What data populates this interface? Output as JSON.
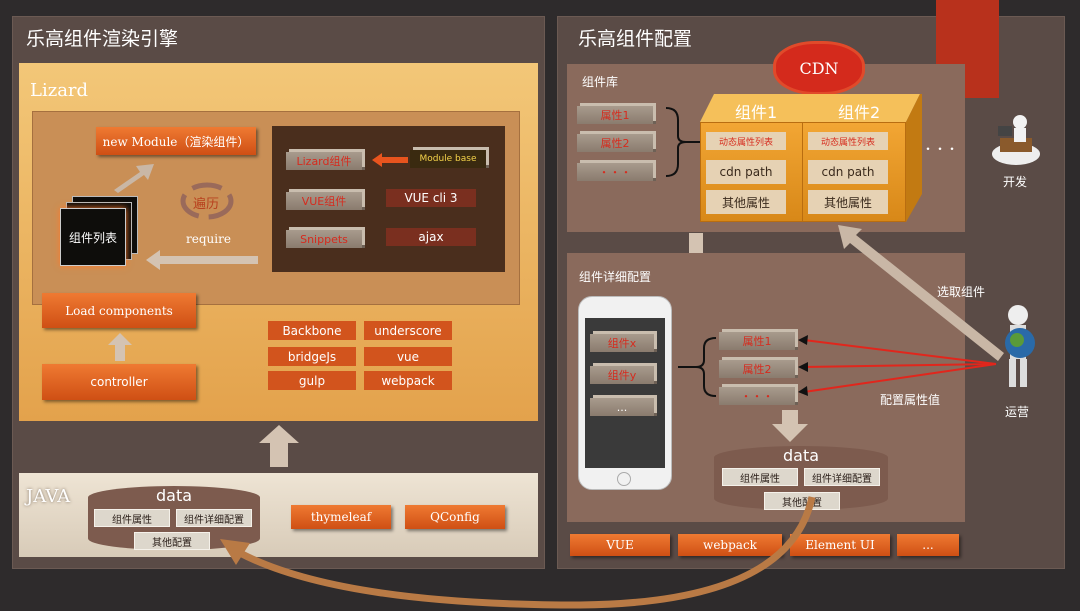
{
  "left": {
    "title": "乐高组件渲染引擎",
    "lizard": {
      "title": "Lizard",
      "new_module": "new Module（渲染组件）",
      "traverse": "遍历",
      "require": "require",
      "component_list": "组件列表",
      "lizard_component": "Lizard组件",
      "module_base": "Module base",
      "vue_component": "VUE组件",
      "vue_cli": "VUE cli 3",
      "snippets": "Snippets",
      "ajax": "ajax",
      "load_components": "Load components",
      "controller": "controller"
    },
    "libs": [
      "Backbone",
      "underscore",
      "bridgeJs",
      "vue",
      "gulp",
      "webpack"
    ],
    "java": {
      "title": "JAVA",
      "data": "data",
      "items": [
        "组件属性",
        "组件详细配置",
        "其他配置"
      ],
      "thymeleaf": "thymeleaf",
      "qconfig": "QConfig"
    }
  },
  "right": {
    "title": "乐高组件配置",
    "library": {
      "title": "组件库",
      "cdn": "CDN",
      "props": [
        "属性1",
        "属性2",
        "・・・"
      ],
      "comp1": "组件1",
      "comp2": "组件2",
      "dyn_list": "动态属性列表",
      "cdn_path": "cdn path",
      "other": "其他属性",
      "ellipsis": "・・・",
      "dev": "开发"
    },
    "detail": {
      "title": "组件详细配置",
      "phone_items": [
        "组件x",
        "组件y",
        "..."
      ],
      "props": [
        "属性1",
        "属性2",
        "・・・"
      ],
      "data": "data",
      "data_items": [
        "组件属性",
        "组件详细配置",
        "其他配置"
      ],
      "pick": "选取组件",
      "config_values": "配置属性值",
      "ops": "运营"
    },
    "footer": [
      "VUE",
      "webpack",
      "Element UI",
      "..."
    ]
  },
  "colors": {
    "orange": "#e2662a",
    "panel": "#5a4b46",
    "lizard": "#eab060",
    "cube": "#e99a2a"
  }
}
